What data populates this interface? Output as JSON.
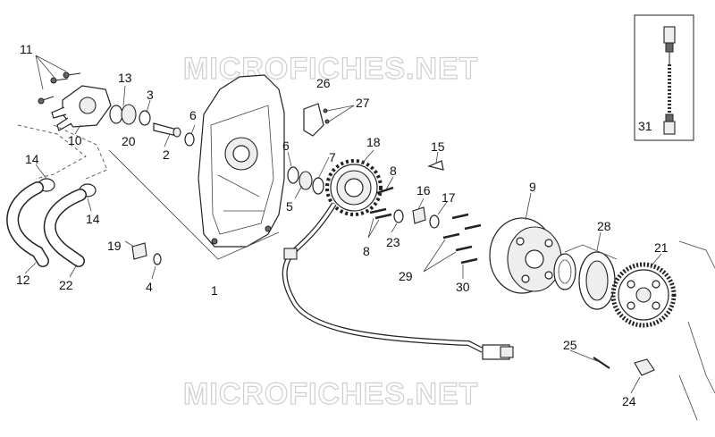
{
  "watermark": {
    "text": "MICROFICHES.NET"
  },
  "part_numbers": {
    "p1": "1",
    "p2": "2",
    "p3": "3",
    "p4": "4",
    "p5": "5",
    "p6a": "6",
    "p6b": "6",
    "p7": "7",
    "p8a": "8",
    "p8b": "8",
    "p9": "9",
    "p10": "10",
    "p11": "11",
    "p12": "12",
    "p13": "13",
    "p14a": "14",
    "p14b": "14",
    "p15": "15",
    "p16": "16",
    "p17": "17",
    "p18": "18",
    "p19": "19",
    "p20": "20",
    "p21": "21",
    "p22": "22",
    "p23": "23",
    "p24": "24",
    "p25": "25",
    "p26": "26",
    "p27": "27",
    "p28": "28",
    "p29": "29",
    "p30": "30",
    "p31": "31"
  }
}
